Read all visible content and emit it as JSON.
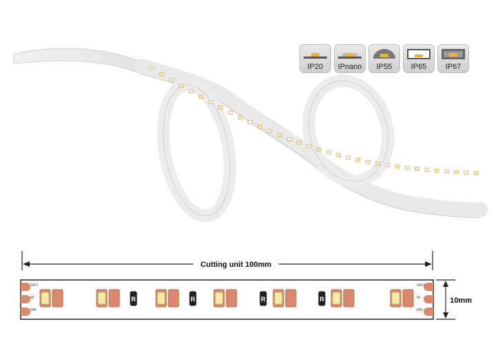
{
  "ip_ratings": [
    {
      "label": "IP20",
      "icon": "ip20-icon"
    },
    {
      "label": "IPnano",
      "icon": "ipnano-icon"
    },
    {
      "label": "IP55",
      "icon": "ip55-icon"
    },
    {
      "label": "IP65",
      "icon": "ip65-icon"
    },
    {
      "label": "IP67",
      "icon": "ip67-icon"
    }
  ],
  "diagram": {
    "cutting_label": "Cutting unit  100mm",
    "width_label": "10mm",
    "pad_left_top": "24V+",
    "pad_left_mid": "W-",
    "pad_left_bot": "NW-",
    "pad_right_top": "24V+",
    "pad_right_mid": "W-",
    "pad_right_bot": "NW-",
    "resistor_label": "R"
  },
  "colors": {
    "led_warm": "#f7e9a8",
    "led_cool": "#f4f2e6",
    "copper_pad": "#d9886a",
    "strip_outline": "#222222"
  }
}
